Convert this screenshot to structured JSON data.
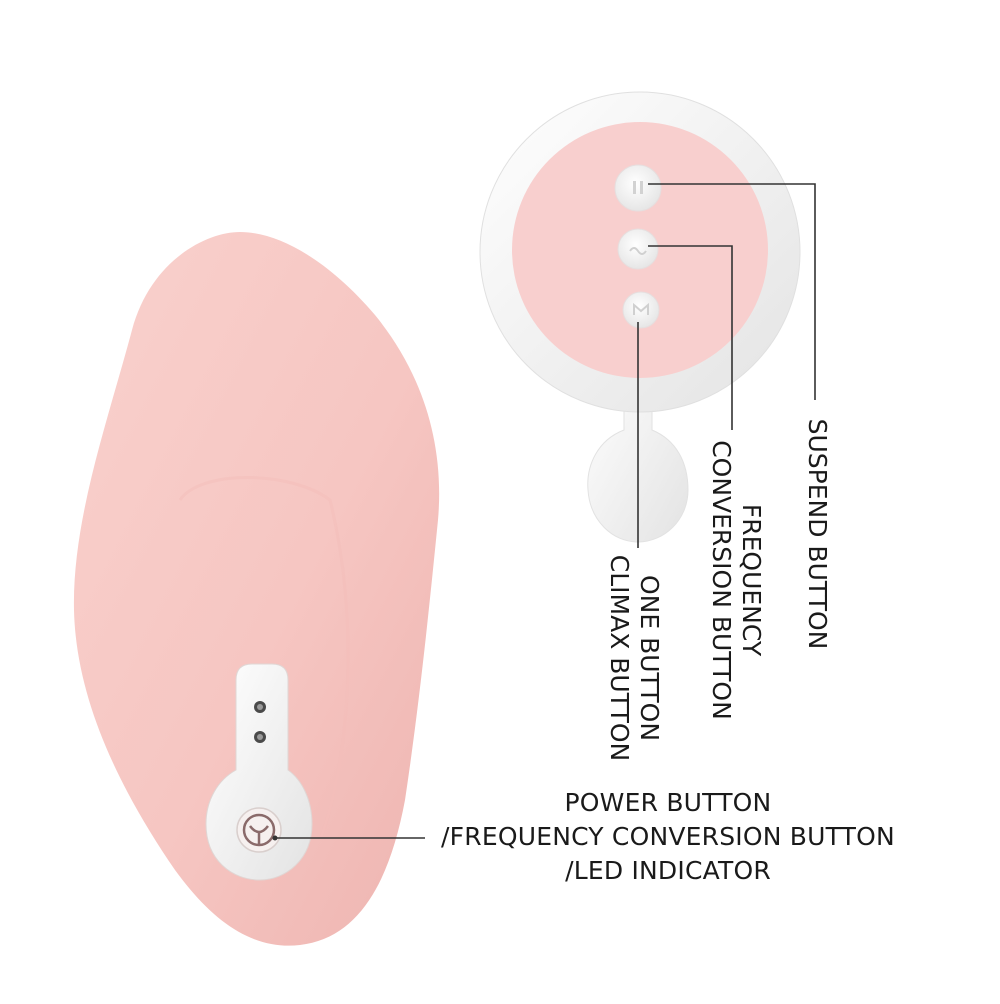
{
  "labels": {
    "power": [
      "POWER BUTTON",
      "/FREQUENCY CONVERSION BUTTON",
      "/LED INDICATOR"
    ],
    "suspend": [
      "SUSPEND BUTTON"
    ],
    "frequency": [
      "FREQUENCY",
      "CONVERSION BUTTON"
    ],
    "climax": [
      "ONE BUTTON",
      "CLIMAX BUTTON"
    ]
  },
  "colors": {
    "device_pink": "#f6c9c6",
    "device_pink_shadow": "#eeb4b0",
    "remote_face": "#f8cfce",
    "white_shell": "#f4f4f4",
    "leader_line": "#333333"
  },
  "icons": {
    "power": "power-symbol-icon",
    "suspend": "pause-icon",
    "frequency": "wave-icon",
    "climax": "m-icon",
    "charge": "charging-contacts-icon"
  }
}
